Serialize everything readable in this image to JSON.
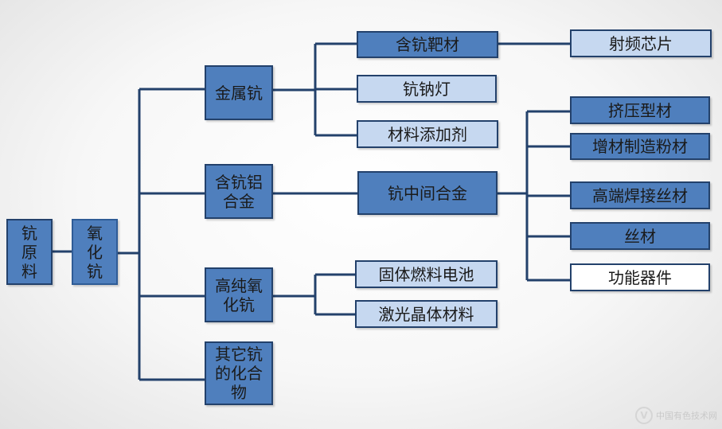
{
  "root": "钪\n原\n料",
  "oxide": "氧\n化\n钪",
  "level2": {
    "metal": "金属钪",
    "alloy": "含钪铝\n合金",
    "high_purity_oxide": "高纯氧\n化钪",
    "other_compounds": "其它钪\n的化合\n物"
  },
  "metal_children": {
    "target": "含钪靶材",
    "lamp": "钪钠灯",
    "additive": "材料添加剂"
  },
  "rf_chip": "射频芯片",
  "master_alloy": "钪中间合金",
  "alloy_children": {
    "extrusion": "挤压型材",
    "additive_powder": "增材制造粉材",
    "welding_wire": "高端焊接丝材",
    "wire": "丝材",
    "functional_device": "功能器件"
  },
  "oxide_children": {
    "fuel_cell": "固体燃料电池",
    "laser_crystal": "激光晶体材料"
  },
  "watermark": "中国有色技术网",
  "colors": {
    "dark_fill": "#4f7fbd",
    "light_fill": "#c6d8f0",
    "line": "#23416b"
  }
}
